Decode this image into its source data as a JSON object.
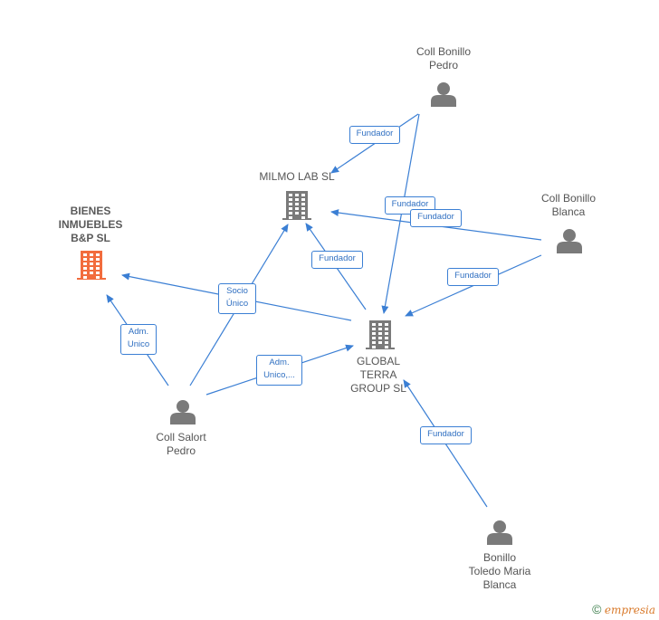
{
  "colors": {
    "edge": "#3b7fd4",
    "person": "#7a7a7a",
    "company": "#7a7a7a",
    "company_main": "#f26c3d"
  },
  "nodes": [
    {
      "id": "bienes",
      "label": "BIENES\nINMUEBLES\nB&P  SL",
      "type": "company",
      "main": true
    },
    {
      "id": "milmo",
      "label": "MILMO LAB  SL",
      "type": "company",
      "main": false
    },
    {
      "id": "global",
      "label": "GLOBAL\nTERRA\nGROUP  SL",
      "type": "company",
      "main": false
    },
    {
      "id": "coll_pedro",
      "label": "Coll Bonillo\nPedro",
      "type": "person"
    },
    {
      "id": "coll_blanca",
      "label": "Coll Bonillo\nBlanca",
      "type": "person"
    },
    {
      "id": "salort",
      "label": "Coll Salort\nPedro",
      "type": "person"
    },
    {
      "id": "toledo",
      "label": "Bonillo\nToledo Maria\nBlanca",
      "type": "person"
    }
  ],
  "edge_labels": [
    {
      "id": "e1",
      "text": "Fundador"
    },
    {
      "id": "e2",
      "text": "Fundador"
    },
    {
      "id": "e3",
      "text": "Fundador"
    },
    {
      "id": "e4",
      "text": "Fundador"
    },
    {
      "id": "e5",
      "text": "Fundador"
    },
    {
      "id": "e6",
      "text": "Fundador"
    },
    {
      "id": "e7",
      "text": "Socio\nÚnico"
    },
    {
      "id": "e8",
      "text": "Adm.\nUnico"
    },
    {
      "id": "e9",
      "text": "Adm.\nUnico,..."
    }
  ],
  "footer": {
    "copyright": "©",
    "brand": "empresia"
  }
}
